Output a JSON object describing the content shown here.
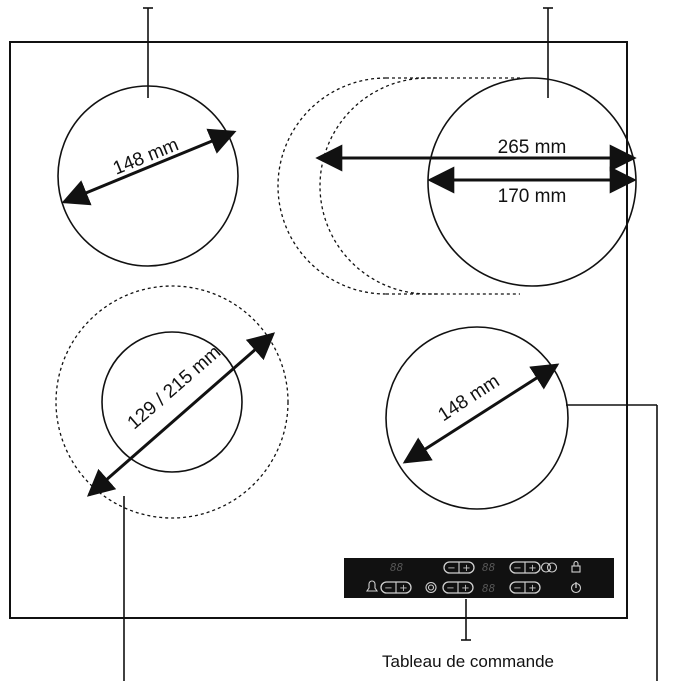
{
  "zones": {
    "top_left_diameter": "148 mm",
    "top_right_outer_diameter": "265 mm",
    "top_right_inner_diameter": "170 mm",
    "bottom_left_diameter": "129 / 215 mm",
    "bottom_right_diameter": "148 mm"
  },
  "control_panel": {
    "caption": "Tableau de commande",
    "display_digits": "88",
    "minus_symbol": "−",
    "plus_symbol": "+",
    "icons": [
      "bell-icon",
      "dual-ring-icon",
      "bridge-zone-icon",
      "lock-icon",
      "power-icon"
    ]
  },
  "colors": {
    "line": "#111111",
    "panel": "#111111",
    "panel_symbols": "#d0d0d0"
  }
}
